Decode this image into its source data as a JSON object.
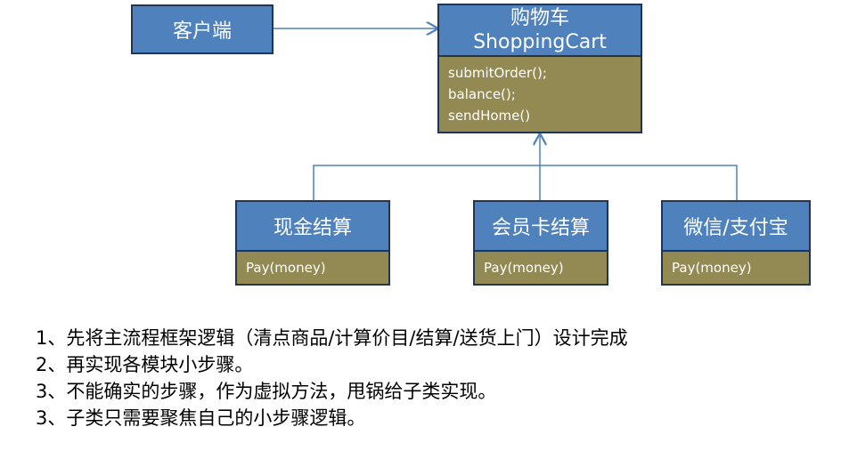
{
  "client": {
    "label": "客户端"
  },
  "cart": {
    "title_cn": "购物车",
    "title_en": "ShoppingCart",
    "methods": [
      "submitOrder();",
      "balance();",
      "sendHome()"
    ]
  },
  "subclasses": [
    {
      "title": "现金结算",
      "method": "Pay(money)"
    },
    {
      "title": "会员卡结算",
      "method": "Pay(money)"
    },
    {
      "title": "微信/支付宝",
      "method": "Pay(money)"
    }
  ],
  "notes": [
    "1、先将主流程框架逻辑（清点商品/计算价目/结算/送货上门）设计完成",
    "2、再实现各模块小步骤。",
    "3、不能确实的步骤，作为虚拟方法，甩锅给子类实现。",
    "3、子类只需要聚焦自己的小步骤逻辑。"
  ],
  "colors": {
    "box_blue": "#4f81bd",
    "method_olive": "#938953",
    "border": "#1f3552",
    "line": "#4f81bd"
  }
}
